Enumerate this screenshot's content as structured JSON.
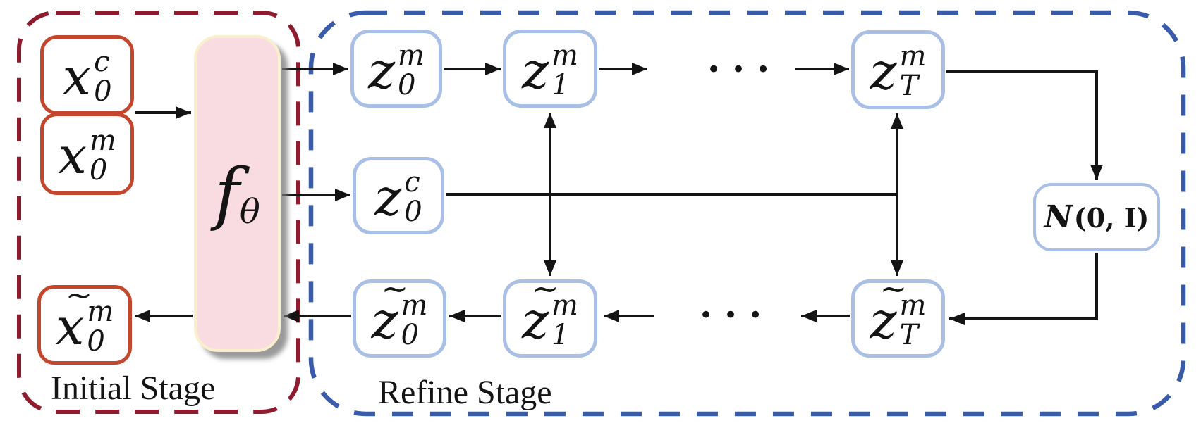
{
  "colors": {
    "red": "#C4462D",
    "darkred": "#8E1B2E",
    "bluedash": "#3A5BA9",
    "lightblue": "#A9BFE5",
    "pink": "#F9DCE1",
    "cream": "#FAEFCD",
    "line": "#141414",
    "ink": "#141414",
    "bg": "#FFFFFF"
  },
  "stages": {
    "initial": "Initial Stage",
    "refine": "Refine Stage"
  },
  "nodes": {
    "x0_c": {
      "base": "x",
      "sup": "c",
      "sub": "0"
    },
    "x0_m": {
      "base": "x",
      "sup": "m",
      "sub": "0"
    },
    "x0_m_recon": {
      "tilde": "~",
      "base": "x",
      "sup": "m",
      "sub": "0"
    },
    "f_theta": {
      "base": "f",
      "sub": "θ"
    },
    "z0_m": {
      "base": "z",
      "sup": "m",
      "sub": "0"
    },
    "z1_m": {
      "base": "z",
      "sup": "m",
      "sub": "1"
    },
    "zT_m": {
      "base": "z",
      "sup": "m",
      "sub": "T"
    },
    "z0_c": {
      "base": "z",
      "sup": "c",
      "sub": "0"
    },
    "noise": {
      "n": "N",
      "args": "(0, I)"
    },
    "z0_m_refined": {
      "tilde": "~",
      "base": "z",
      "sup": "m",
      "sub": "0"
    },
    "z1_m_refined": {
      "tilde": "~",
      "base": "z",
      "sup": "m",
      "sub": "1"
    },
    "zT_m_refined": {
      "tilde": "~",
      "base": "z",
      "sup": "m",
      "sub": "T"
    }
  },
  "ellipsis": {
    "top": "•••",
    "bottom": "•••"
  }
}
